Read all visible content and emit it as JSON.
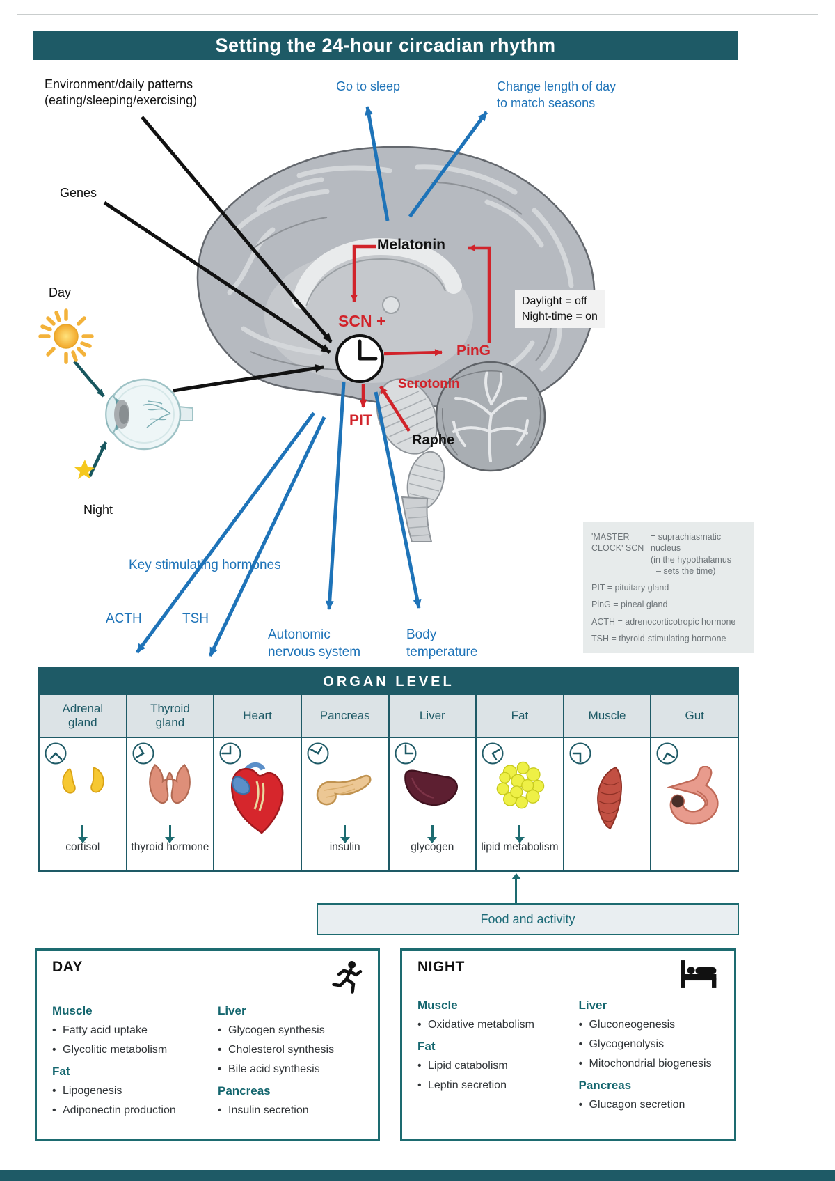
{
  "colors": {
    "teal": "#1e5a66",
    "blue": "#1e73b8",
    "red": "#d1232a",
    "teal_text": "#14666e"
  },
  "title": "Setting the 24-hour circadian rhythm",
  "top_labels": {
    "environment_line1": "Environment/daily patterns",
    "environment_line2": "(eating/sleeping/exercising)",
    "go_to_sleep": "Go to sleep",
    "change_day_line1": "Change length of day",
    "change_day_line2": "to match seasons"
  },
  "inputs": {
    "genes": "Genes",
    "day": "Day",
    "night": "Night"
  },
  "brain_labels": {
    "melatonin": "Melatonin",
    "scn": "SCN +",
    "ping": "PinG",
    "serotonin": "Serotonin",
    "pit": "PIT",
    "raphe": "Raphe",
    "daylight_line1": "Daylight = off",
    "daylight_line2": "Night-time = on"
  },
  "outputs": {
    "key_hormones": "Key stimulating hormones",
    "acth": "ACTH",
    "tsh": "TSH",
    "autonomic_line1": "Autonomic",
    "autonomic_line2": "nervous system",
    "body_line1": "Body",
    "body_line2": "temperature"
  },
  "legend": {
    "term_line1": "'MASTER",
    "term_line2": "CLOCK' SCN",
    "def_line1": "= suprachiasmatic nucleus",
    "def_line2": "(in the hypothalamus",
    "def_line3": "– sets the time)",
    "pit": "PIT = pituitary gland",
    "ping": "PinG = pineal gland",
    "acth": "ACTH = adrenocorticotropic hormone",
    "tsh": "TSH = thyroid-stimulating hormone"
  },
  "organ_table": {
    "header": "ORGAN LEVEL",
    "columns": [
      {
        "name": "Adrenal gland",
        "output": "cortisol"
      },
      {
        "name": "Thyroid gland",
        "output": "thyroid hormone"
      },
      {
        "name": "Heart",
        "output": ""
      },
      {
        "name": "Pancreas",
        "output": "insulin"
      },
      {
        "name": "Liver",
        "output": "glycogen"
      },
      {
        "name": "Fat",
        "output": "lipid metabolism"
      },
      {
        "name": "Muscle",
        "output": ""
      },
      {
        "name": "Gut",
        "output": ""
      }
    ]
  },
  "food_activity": "Food and activity",
  "day_box": {
    "title": "DAY",
    "col1": [
      {
        "heading": "Muscle",
        "items": [
          "Fatty acid uptake",
          "Glycolitic metabolism"
        ]
      },
      {
        "heading": "Fat",
        "items": [
          "Lipogenesis",
          "Adiponectin production"
        ]
      }
    ],
    "col2": [
      {
        "heading": "Liver",
        "items": [
          "Glycogen synthesis",
          "Cholesterol synthesis",
          "Bile acid synthesis"
        ]
      },
      {
        "heading": "Pancreas",
        "items": [
          "Insulin secretion"
        ]
      }
    ]
  },
  "night_box": {
    "title": "NIGHT",
    "col1": [
      {
        "heading": "Muscle",
        "items": [
          "Oxidative metabolism"
        ]
      },
      {
        "heading": "Fat",
        "items": [
          "Lipid catabolism",
          "Leptin secretion"
        ]
      }
    ],
    "col2": [
      {
        "heading": "Liver",
        "items": [
          "Gluconeogenesis",
          "Glycogenolysis",
          "Mitochondrial biogenesis"
        ]
      },
      {
        "heading": "Pancreas",
        "items": [
          "Glucagon secretion"
        ]
      }
    ]
  }
}
